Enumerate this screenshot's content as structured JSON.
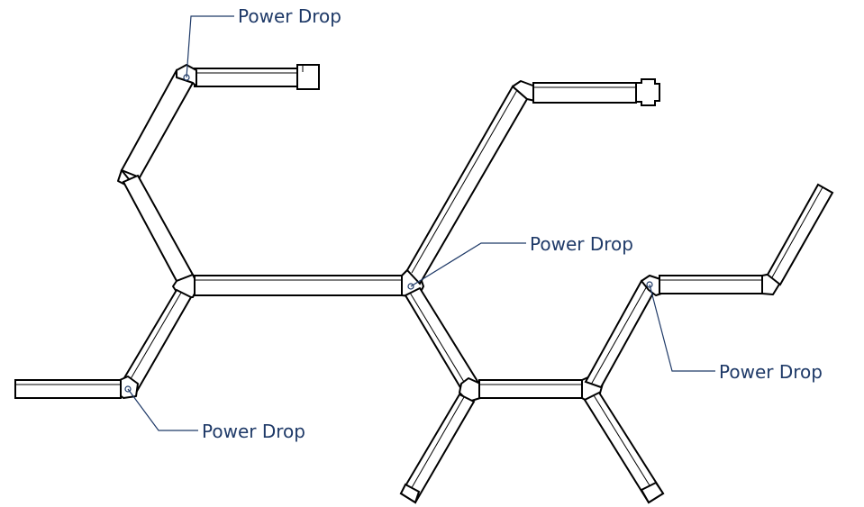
{
  "labels": {
    "drop_top": "Power Drop",
    "drop_center": "Power Drop",
    "drop_right": "Power Drop",
    "drop_bottom_left": "Power Drop"
  }
}
